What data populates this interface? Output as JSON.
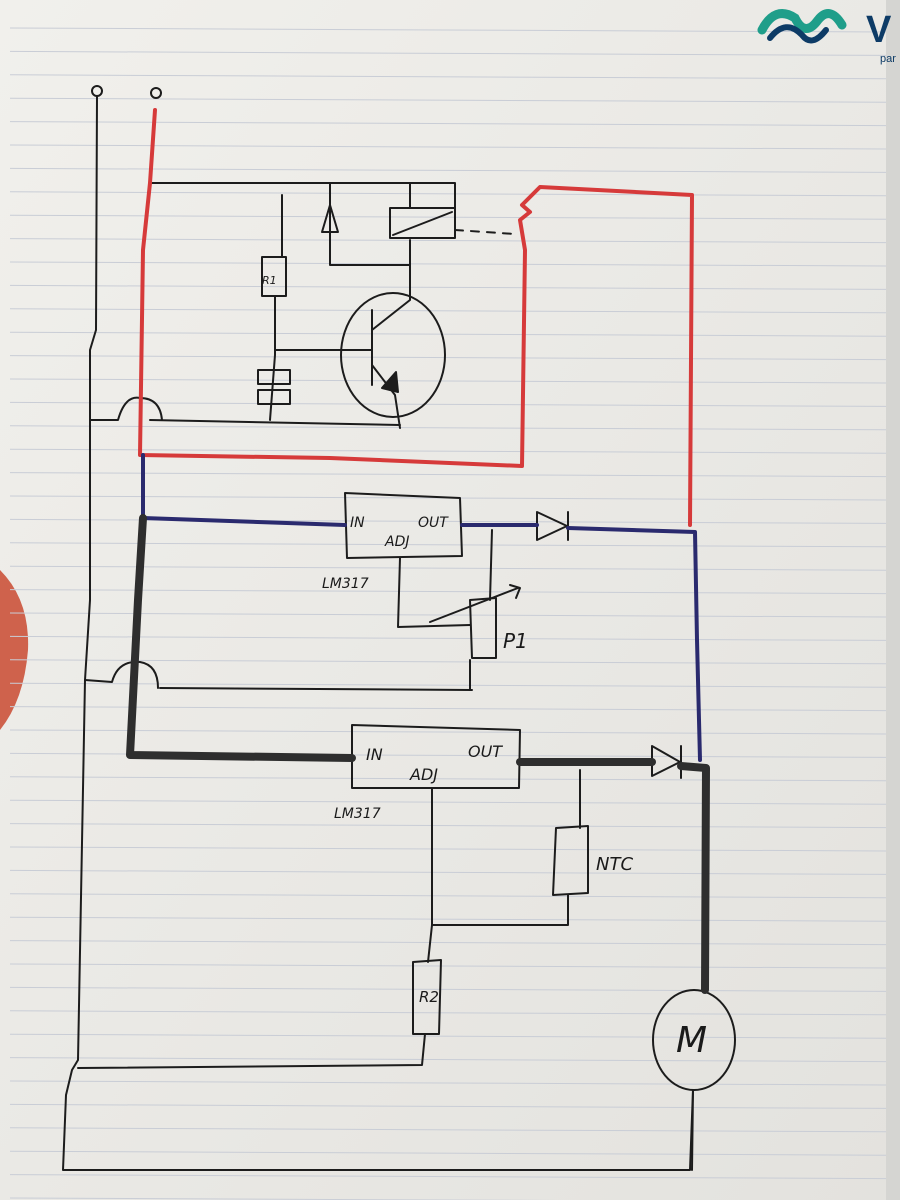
{
  "logo": {
    "letter": "V",
    "sub": "par"
  },
  "labels": {
    "r1": "R1",
    "lm317_top": "LM317",
    "in_top": "IN",
    "out_top": "OUT",
    "adj_top": "ADJ",
    "p1": "P1",
    "lm317_bottom": "LM317",
    "in_bottom": "IN",
    "out_bottom": "OUT",
    "adj_bottom": "ADJ",
    "ntc": "NTC",
    "r2": "R2",
    "motor": "M"
  },
  "colors": {
    "paper": "#ecebe6",
    "rule": "#c9cdd6",
    "pen": "#1c1c1c",
    "red": "#d63a3a",
    "blue": "#2a2a6e",
    "thick": "#2e2e2e",
    "brand_blue": "#0d3b66",
    "brand_green": "#1f9e8a",
    "skin": "#c94a30"
  }
}
